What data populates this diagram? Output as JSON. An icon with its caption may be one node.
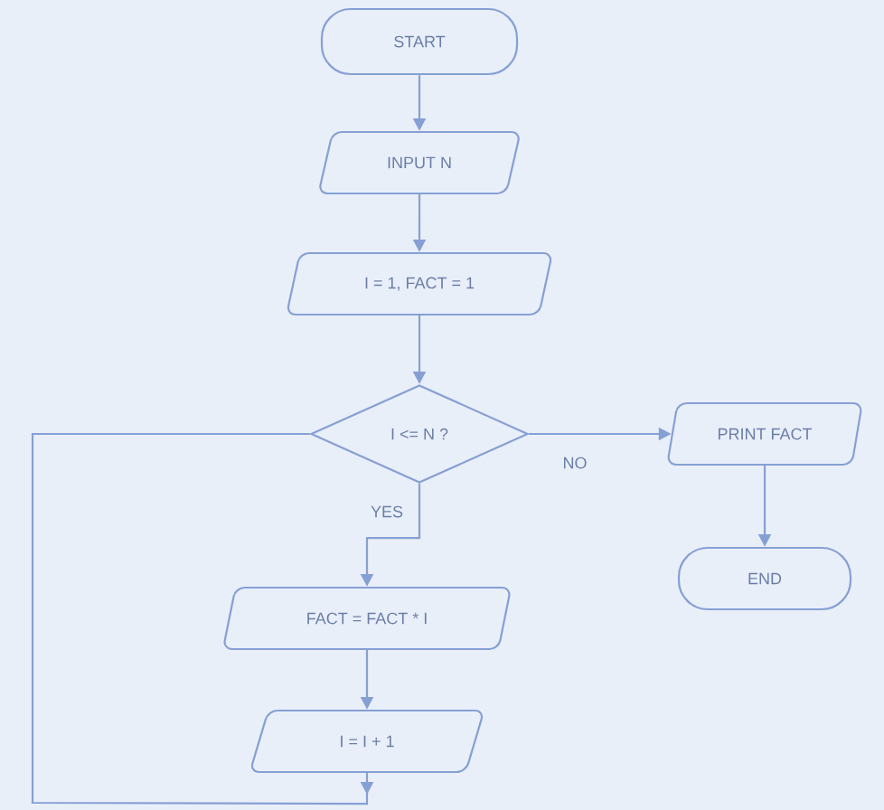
{
  "diagram": {
    "nodes": [
      {
        "text": [
          "START"
        ]
      },
      {
        "text": [
          "INPUT N"
        ]
      },
      {
        "text": [
          "I = 1, FACT = 1"
        ]
      },
      {
        "text": [
          "I <= N ?"
        ]
      },
      {
        "text": [
          "PRINT FACT"
        ]
      },
      {
        "text": [
          "END"
        ]
      },
      {
        "text": [
          "FACT = FACT * I"
        ]
      },
      {
        "text": [
          "I = I + 1"
        ]
      }
    ],
    "edges": [
      {
        "from": 0,
        "to": 1,
        "arrow": "to"
      },
      {
        "from": 1,
        "to": 2,
        "arrow": "to"
      },
      {
        "from": 2,
        "to": 3,
        "arrow": "to"
      },
      {
        "from": 3,
        "to": 4,
        "arrow": "to",
        "label": "NO"
      },
      {
        "from": 4,
        "to": 5,
        "arrow": "to"
      },
      {
        "from": 3,
        "to": 6,
        "arrow": "to",
        "label": "YES"
      },
      {
        "from": 6,
        "to": 7,
        "arrow": "to"
      },
      {
        "from": 7,
        "to": 3,
        "arrow": "to"
      }
    ]
  }
}
